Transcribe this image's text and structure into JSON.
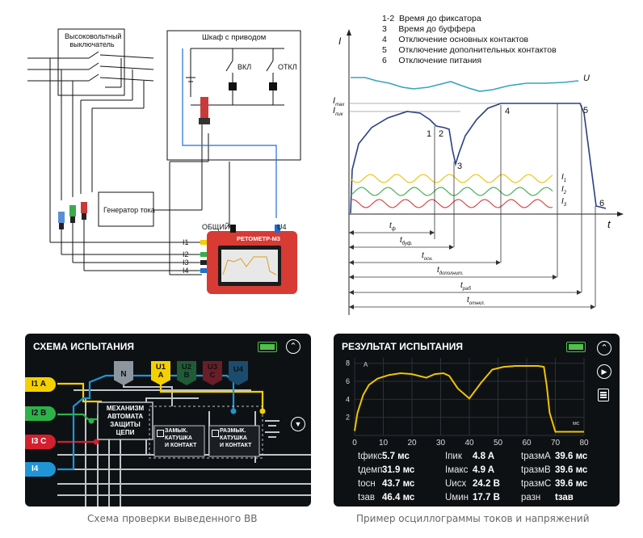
{
  "top_left": {
    "breaker_label_1": "Высоковольтный",
    "breaker_label_2": "выключатель",
    "cabinet_label": "Шкаф с приводом",
    "on_label": "ВКЛ",
    "off_label": "ОТКЛ",
    "generator_label": "Генератор тока",
    "common_label": "ОБЩИЙ",
    "u4_label": "U4",
    "device_name": "РЕТОМЕТР-М3",
    "inputs": [
      "I1",
      "I2",
      "I3",
      "I4"
    ]
  },
  "top_right": {
    "legend": [
      "1-2  Время до фиксатора",
      "3     Время до буффера",
      "4     Отключение основных контактов",
      "5     Отключение дополнительных контактов",
      "6     Отключение питания"
    ],
    "axis_y": "I",
    "axis_x": "t",
    "u_label": "U",
    "imax": "I",
    "imax_sub": "max",
    "ipik": "I",
    "ipik_sub": "пик",
    "point_labels": [
      "1",
      "2",
      "3",
      "4",
      "5",
      "6"
    ],
    "phase_labels": [
      "I",
      "I",
      "I"
    ],
    "phase_subs": [
      "1",
      "2",
      "3"
    ],
    "times": [
      {
        "main": "t",
        "sub": "ф"
      },
      {
        "main": "t",
        "sub": "буф."
      },
      {
        "main": "t",
        "sub": "осн."
      },
      {
        "main": "t",
        "sub": "дополнит."
      },
      {
        "main": "t",
        "sub": "раб"
      },
      {
        "main": "t",
        "sub": "отнкл."
      }
    ]
  },
  "bottom_left": {
    "title": "СХЕМА ИСПЫТАНИЯ",
    "chips": [
      "I1 A",
      "I2 B",
      "I3 C",
      "I4"
    ],
    "channels": [
      {
        "top": "N",
        "bottom": ""
      },
      {
        "top": "U1",
        "bottom": "A"
      },
      {
        "top": "U2",
        "bottom": "B"
      },
      {
        "top": "U3",
        "bottom": "C"
      },
      {
        "top": "U4",
        "bottom": ""
      }
    ],
    "mechanism": [
      "МЕХАНИЗМ",
      "АВТОМАТА",
      "ЗАЩИТЫ",
      "ЦЕПИ"
    ],
    "coil_on": [
      "ЗАМЫК.",
      "КАТУШКА",
      "И КОНТАКТ"
    ],
    "coil_off": [
      "РАЗМЫК.",
      "КАТУШКА",
      "И КОНТАКТ"
    ],
    "caption": "Схема проверки выведенного ВВ",
    "colors": {
      "i1": "#f5d000",
      "i2": "#2db24a",
      "i3": "#d41f2e",
      "i4": "#1f95d6",
      "bg": "#0e1114"
    }
  },
  "bottom_right": {
    "title": "РЕЗУЛЬТАТ ИСПЫТАНИЯ",
    "axis_unit_y": "A",
    "axis_unit_x": "мс",
    "stats": [
      [
        "tфикс",
        "5.7 мс",
        "Iпик",
        "4.8 A",
        "tразмА",
        "39.6 мс"
      ],
      [
        "tдемп",
        "31.9 мс",
        "Iмакс",
        "4.9 A",
        "tразмВ",
        "39.6 мс"
      ],
      [
        "tосн",
        "43.7 мс",
        "Uисх",
        "24.2 В",
        "tразмС",
        "39.6 мс"
      ],
      [
        "tзав",
        "46.4 мс",
        "Uмин",
        "17.7 В",
        "разн",
        "tзав"
      ]
    ],
    "caption": "Пример осциллограммы токов и напряжений"
  },
  "chart_data": {
    "type": "line",
    "x": [
      0,
      1,
      3,
      5,
      8,
      12,
      16,
      20,
      25,
      28,
      31,
      33,
      36,
      40,
      44,
      48,
      52,
      56,
      60,
      64,
      66,
      67,
      68,
      70,
      80
    ],
    "series": [
      {
        "values": [
          0.5,
          2.5,
          4.5,
          5.6,
          6.3,
          6.7,
          6.9,
          6.8,
          6.4,
          6.8,
          6.9,
          6.6,
          5.2,
          4.1,
          5.8,
          7.3,
          7.6,
          7.7,
          7.7,
          7.7,
          7.6,
          5.5,
          2.5,
          0.4,
          0.4
        ]
      }
    ],
    "x_ticks": [
      0,
      10,
      20,
      30,
      40,
      50,
      60,
      70,
      80
    ],
    "y_ticks": [
      0,
      2,
      4,
      6,
      8
    ],
    "xlim": [
      0,
      80
    ],
    "ylim": [
      0,
      8.6
    ],
    "xlabel": "мс",
    "ylabel": "A",
    "grid": true
  }
}
